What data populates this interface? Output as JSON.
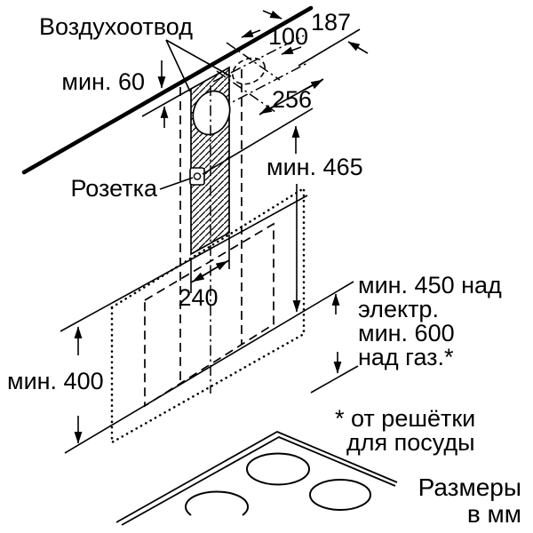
{
  "labels": {
    "air_outlet": "Воздухоотвод",
    "socket": "Розетка"
  },
  "dims": {
    "min60": "мин. 60",
    "d187": "187",
    "d100": "100",
    "d256": "256",
    "min465": "мин. 465",
    "d240": "240",
    "min400": "мин. 400"
  },
  "clearance_note": {
    "line1": "мин. 450 над",
    "line2": "электр.",
    "line3": "мин. 600",
    "line4": "над газ.*"
  },
  "footnote": {
    "line1": "* от решётки",
    "line2": "для посуды"
  },
  "units_note": {
    "line1": "Размеры",
    "line2": "в мм"
  },
  "colors": {
    "ink": "#000000",
    "paper": "#ffffff"
  }
}
